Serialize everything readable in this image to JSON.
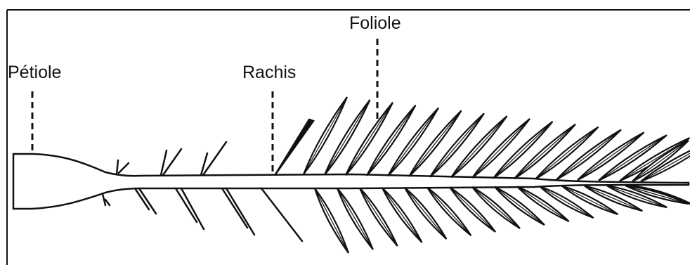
{
  "labels": {
    "petiole": "Pétiole",
    "rachis": "Rachis",
    "foliole": "Foliole"
  },
  "colors": {
    "stroke": "#111111",
    "background": "#ffffff",
    "leaflet_fill": "#ffffff"
  }
}
